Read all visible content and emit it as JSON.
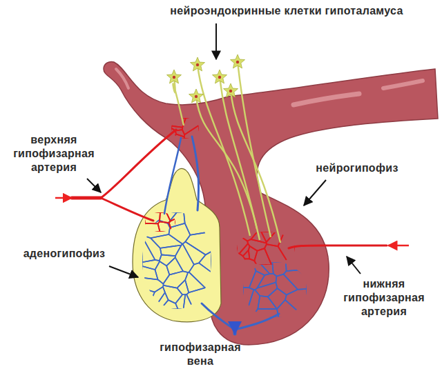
{
  "diagram": {
    "labels": [
      "нейроэндокринные клетки гипоталамуса",
      "верхняя гипофизарная артерия",
      "нейрогипофиз",
      "аденогипофиз",
      "нижняя гипофизарная артерия",
      "гипофизарная вена"
    ]
  }
}
